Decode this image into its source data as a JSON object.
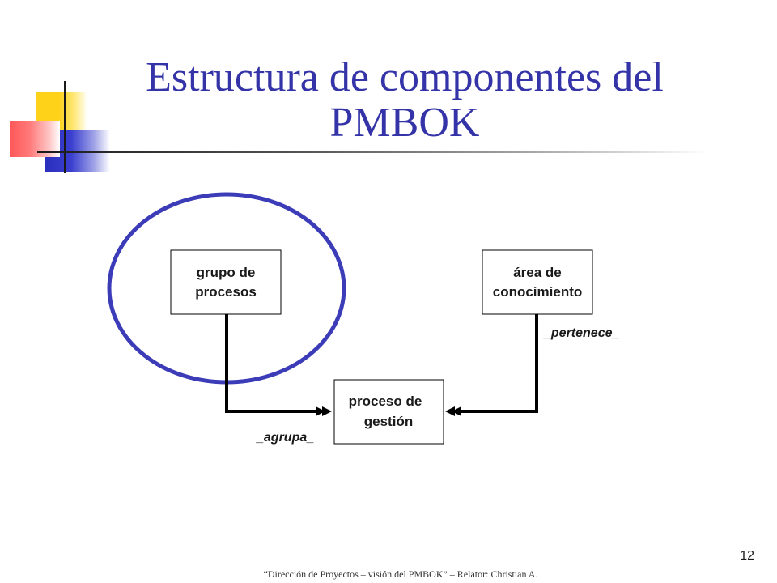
{
  "slide": {
    "title": "Estructura de componentes del PMBOK",
    "page_number": "12",
    "footer": "“Dirección de Proyectos – visión del PMBOK” – Relator: Christian A."
  },
  "diagram": {
    "nodes": {
      "grupo": {
        "line1": "grupo de",
        "line2": "procesos"
      },
      "area": {
        "line1": "área de",
        "line2": "conocimiento"
      },
      "proceso": {
        "line1": "proceso de",
        "line2": "gestión"
      }
    },
    "edges": {
      "agrupa": "_agrupa_",
      "pertenece": "_pertenece_"
    },
    "colors": {
      "highlight_circle": "#3c3cb8",
      "title": "#3434a8"
    }
  }
}
